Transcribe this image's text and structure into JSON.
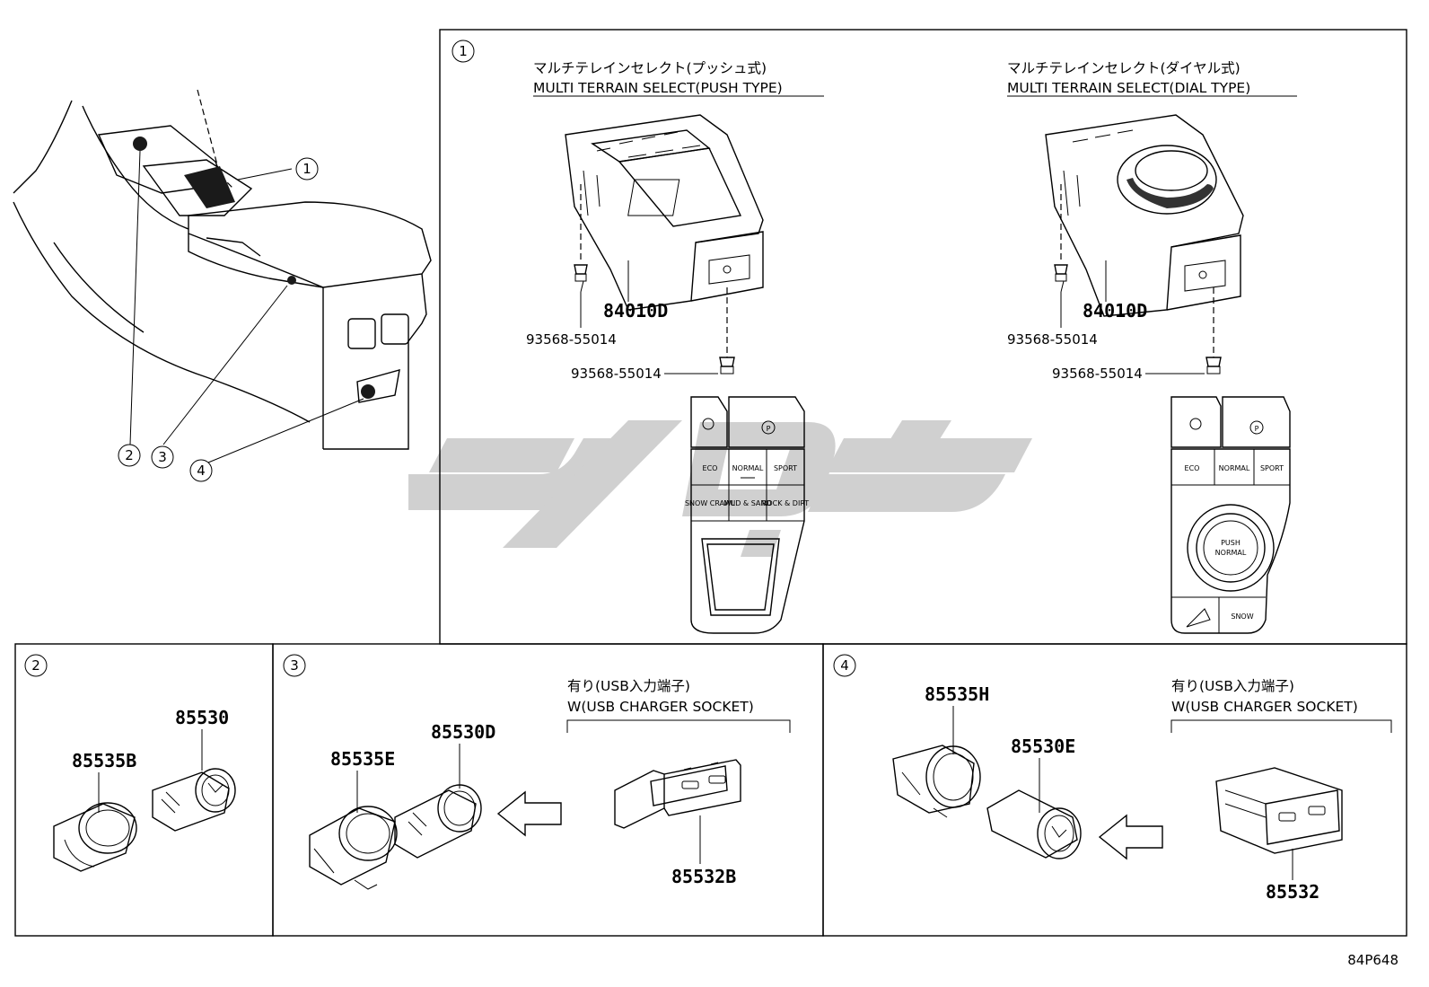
{
  "callouts": [
    "1",
    "2",
    "3",
    "4"
  ],
  "panel1": {
    "push": {
      "title_jp": "マルチテレインセレクト(プッシュ式)",
      "title_en": "MULTI TERRAIN SELECT(PUSH TYPE)",
      "part": "84010D",
      "screw_top": "93568-55014",
      "screw_bottom": "93568-55014",
      "keys": [
        "ECO",
        "NORMAL",
        "SPORT",
        "SNOW CRAWL",
        "MUD & SAND",
        "ROCK & DIRT"
      ]
    },
    "dial": {
      "title_jp": "マルチテレインセレクト(ダイヤル式)",
      "title_en": "MULTI TERRAIN SELECT(DIAL TYPE)",
      "part": "84010D",
      "screw_top": "93568-55014",
      "screw_bottom": "93568-55014",
      "keys": [
        "ECO",
        "NORMAL",
        "SPORT",
        "PUSH",
        "NORMAL",
        "SNOW"
      ]
    }
  },
  "panel2": {
    "parts": [
      "85535B",
      "85530"
    ]
  },
  "panel3": {
    "parts": [
      "85535E",
      "85530D",
      "85532B"
    ],
    "option_jp": "有り(USB入力端子)",
    "option_en": "W(USB CHARGER SOCKET)"
  },
  "panel4": {
    "parts": [
      "85535H",
      "85530E",
      "85532"
    ],
    "option_jp": "有り(USB入力端子)",
    "option_en": "W(USB CHARGER SOCKET)"
  },
  "diagram_code": "84P648",
  "colors": {
    "line": "#000000",
    "watermark": "#c8c8c8",
    "dark_fill": "#1a1a1a"
  }
}
